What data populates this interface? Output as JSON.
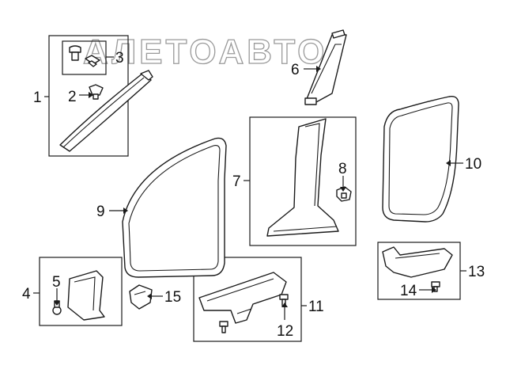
{
  "watermark": {
    "text": "АЛЕТОАВТО"
  },
  "callouts": [
    {
      "id": "c1",
      "label": "1"
    },
    {
      "id": "c2",
      "label": "2"
    },
    {
      "id": "c3",
      "label": "3"
    },
    {
      "id": "c4",
      "label": "4"
    },
    {
      "id": "c5",
      "label": "5"
    },
    {
      "id": "c6",
      "label": "6"
    },
    {
      "id": "c7",
      "label": "7"
    },
    {
      "id": "c8",
      "label": "8"
    },
    {
      "id": "c9",
      "label": "9"
    },
    {
      "id": "c10",
      "label": "10"
    },
    {
      "id": "c11",
      "label": "11"
    },
    {
      "id": "c12",
      "label": "12"
    },
    {
      "id": "c13",
      "label": "13"
    },
    {
      "id": "c14",
      "label": "14"
    },
    {
      "id": "c15",
      "label": "15"
    }
  ],
  "colors": {
    "line": "#1a1a1a",
    "background": "#ffffff",
    "watermark": "#9a9a9a"
  }
}
